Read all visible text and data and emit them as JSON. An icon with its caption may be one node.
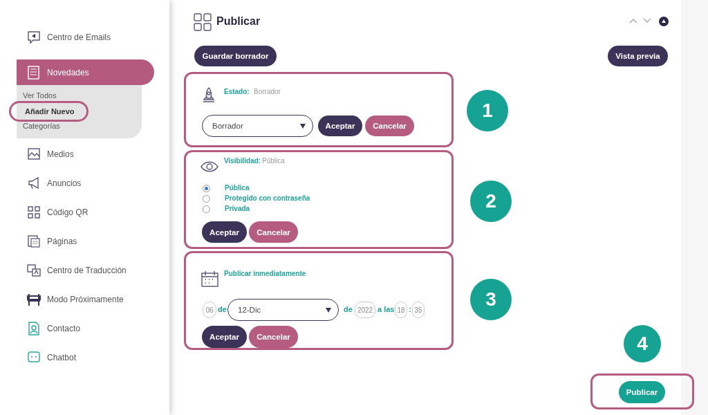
{
  "diagram": {
    "nodes": [
      {
        "text": [
          "Añadir Nuevo"
        ]
      },
      {
        "text": [
          "Estado:",
          "Borrador",
          "Borrador",
          "Aceptar",
          "Cancelar"
        ]
      },
      {
        "text": [
          "Visibilidad:",
          "Pública",
          "Pública",
          "Protegido con contraseña",
          "Privada",
          "Aceptar",
          "Cancelar"
        ]
      },
      {
        "text": [
          "Publicar inmediatamente",
          "06",
          "de",
          "12-Dic",
          "de",
          "2022",
          "a las",
          "18",
          ":",
          "35",
          "Aceptar",
          "Cancelar"
        ]
      },
      {
        "text": [
          "Publicar"
        ]
      }
    ],
    "labels": [
      "Centro de Emails",
      "Novedades",
      "Ver Todos",
      "Categorías",
      "Medios",
      "Anuncios",
      "Código QR",
      "Páginas",
      "Centro de Traducción",
      "Modo Próximamente",
      "Contacto",
      "Chatbot",
      "Publicar",
      "Guardar borrador",
      "Vista previa",
      "1",
      "2",
      "3",
      "4"
    ]
  }
}
